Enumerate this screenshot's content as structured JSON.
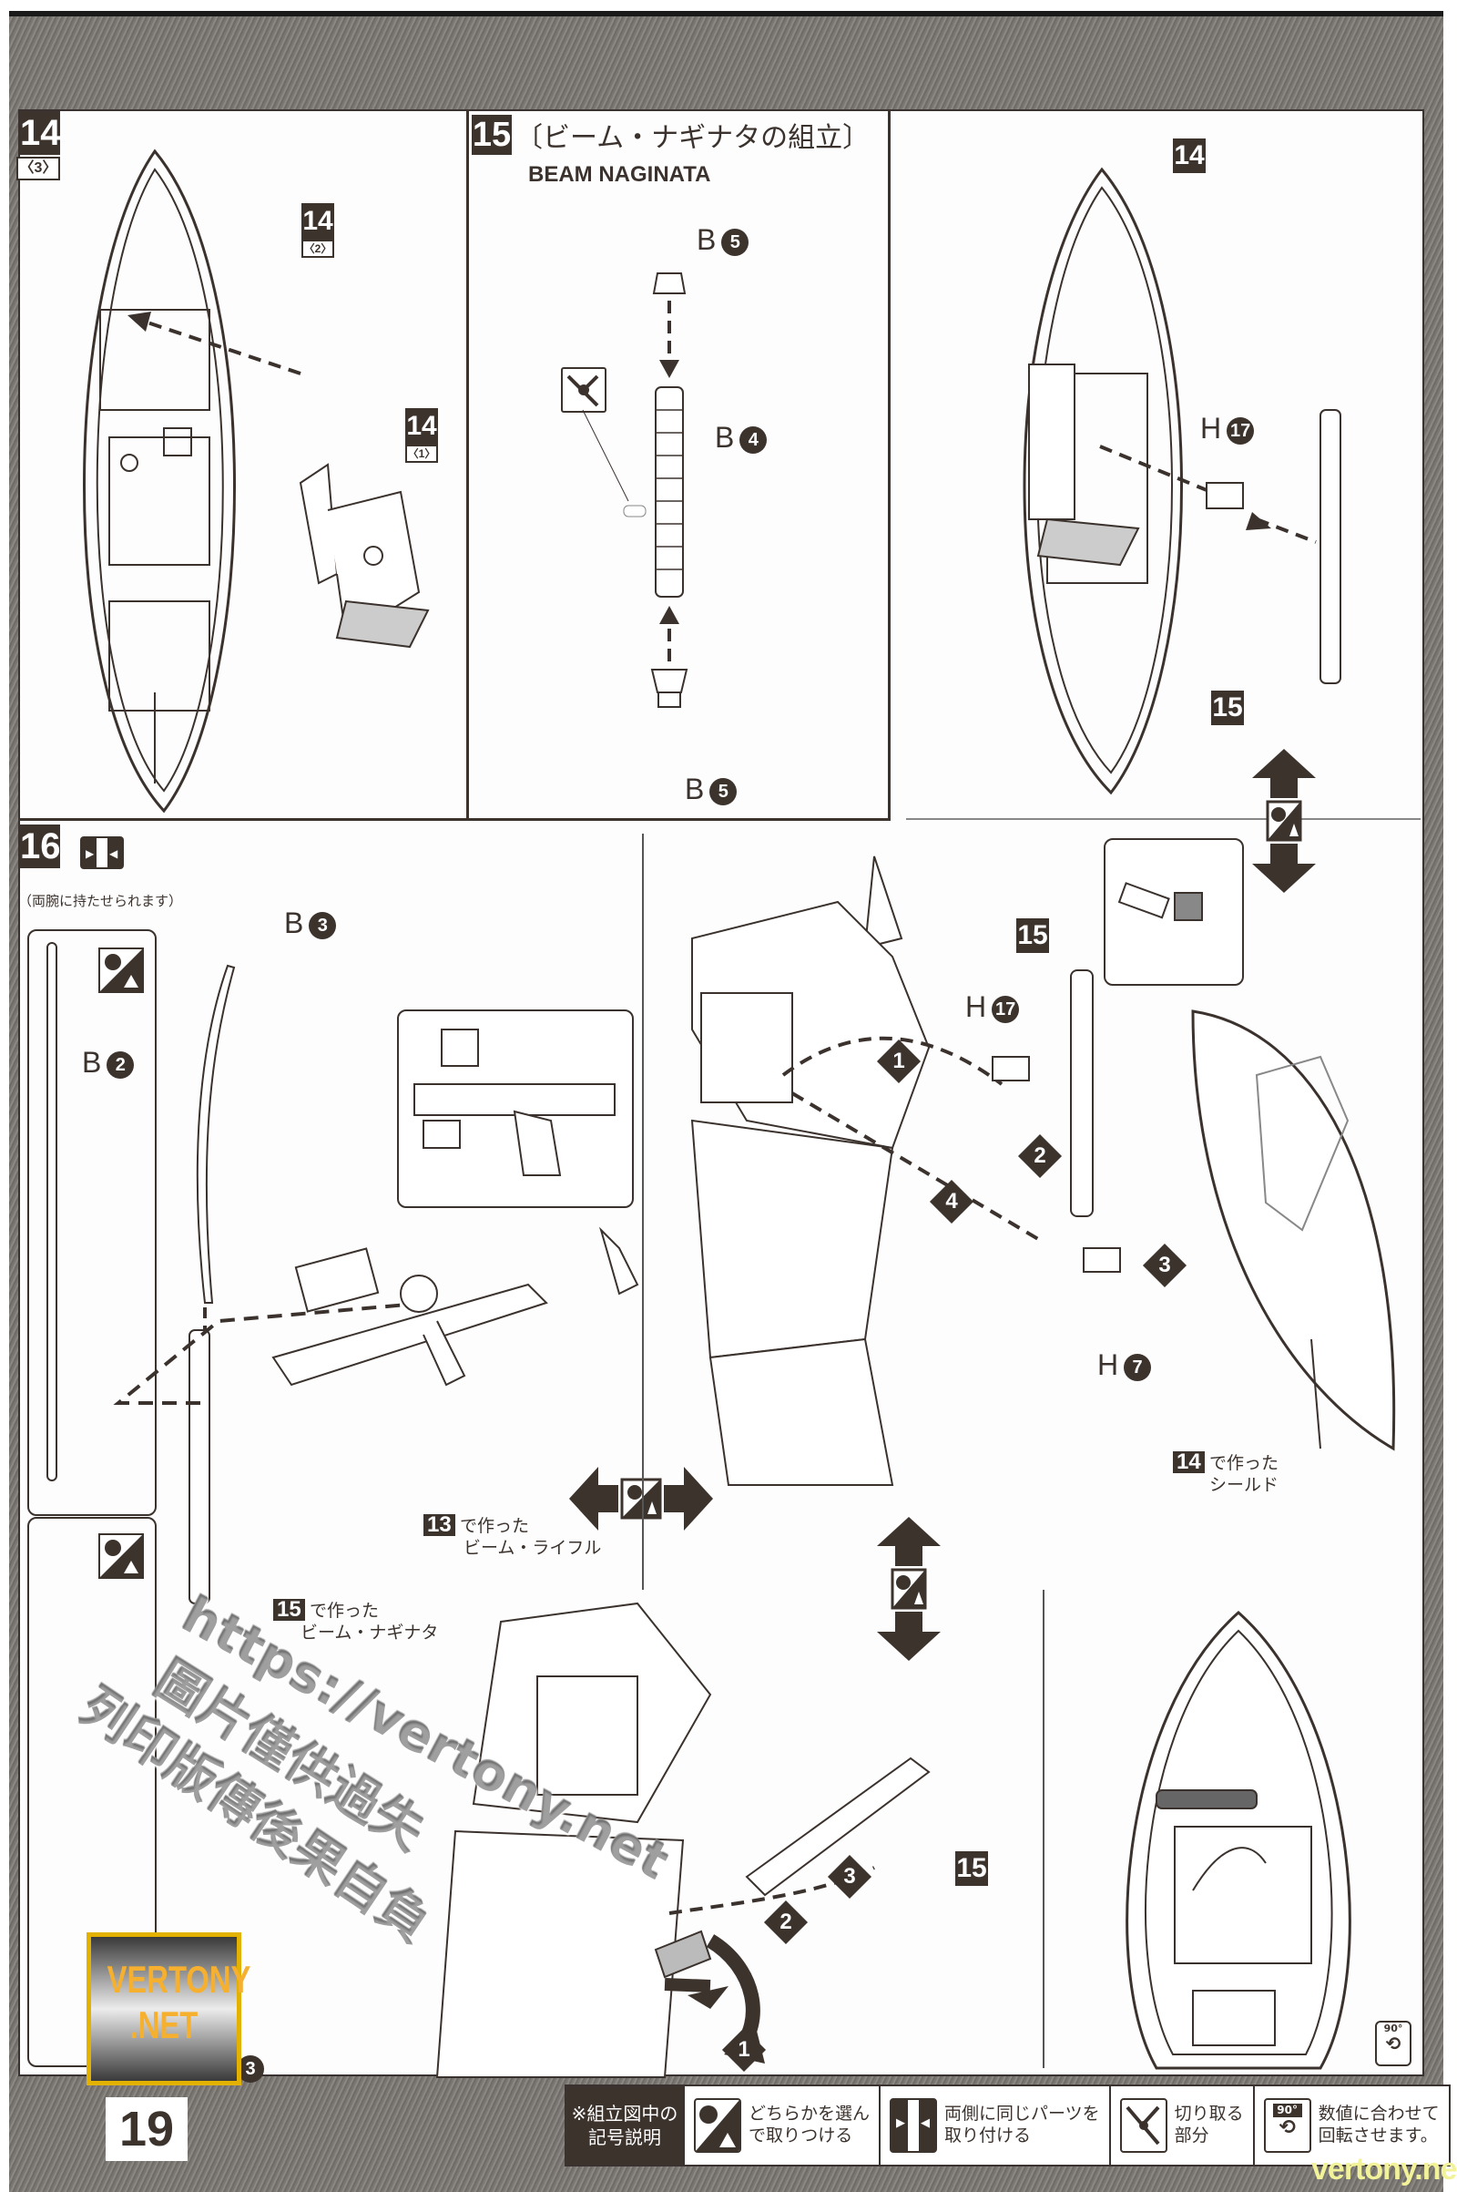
{
  "page": {
    "number": "19",
    "watermark_site": "vertony.net",
    "watermark_logo": [
      "VERTONY",
      ".NET"
    ],
    "watermark_diagonal_url": "https://vertony.net",
    "watermark_diagonal_cn_1": "圖片僅供過失",
    "watermark_diagonal_cn_2": "列印版傳後果自負"
  },
  "steps": {
    "s14_3": {
      "num": "14",
      "sub": "〈3〉",
      "ref_a_num": "14",
      "ref_a_sub": "〈2〉",
      "ref_b_num": "14",
      "ref_b_sub": "〈1〉"
    },
    "s15": {
      "num": "15",
      "title_jp": "〔ビーム・ナギナタの組立〕",
      "title_en": "BEAM NAGINATA",
      "parts": [
        {
          "letter": "B",
          "num": "5"
        },
        {
          "letter": "B",
          "num": "4"
        },
        {
          "letter": "B",
          "num": "5"
        }
      ]
    },
    "s15_shield": {
      "ref_num": "14",
      "part": {
        "letter": "H",
        "num": "17"
      },
      "ref_num2": "15"
    },
    "s16": {
      "num": "16",
      "note": "（両腕に持たせられます）",
      "parts": {
        "b2": {
          "letter": "B",
          "num": "2"
        },
        "b3": {
          "letter": "B",
          "num": "3"
        },
        "h17": {
          "letter": "H",
          "num": "17"
        },
        "h7": {
          "letter": "H",
          "num": "7"
        }
      },
      "ref15": "15",
      "ref15b": "15",
      "ref15c": "15",
      "rifle_ref": {
        "num": "13",
        "line1": "で作った",
        "line2": "ビーム・ライフル"
      },
      "naginata_ref": {
        "num": "15",
        "line1": "で作った",
        "line2": "ビーム・ナギナタ"
      },
      "shield_ref": {
        "num": "14",
        "line1": "で作った",
        "line2": "シールド"
      },
      "steps_top": [
        "1",
        "2",
        "3",
        "4"
      ],
      "steps_bottom": [
        "1",
        "2",
        "3"
      ],
      "bottom_left_step": "3",
      "rotate_label": "90°"
    }
  },
  "legend": {
    "header_1": "※組立図中の",
    "header_2": "記号説明",
    "items": [
      {
        "icon": "choose-either-icon",
        "line1": "どちらかを選ん",
        "line2": "で取りつける"
      },
      {
        "icon": "both-sides-icon",
        "line1": "両側に同じパーツを",
        "line2": "取り付ける"
      },
      {
        "icon": "nipper-cut-icon",
        "line1": "切り取る",
        "line2": "部分"
      },
      {
        "icon": "rotate-90-icon",
        "line1": "数値に合わせて",
        "line2": "回転させます。",
        "badge": "90°"
      }
    ]
  }
}
